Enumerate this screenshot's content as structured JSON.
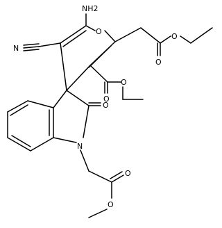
{
  "atom_labels": {
    "amino": "NH2",
    "nitrile": "N",
    "ring_oxygen": "O",
    "ester_side_carbonyl_oxygen": "O",
    "ester_side_ether_oxygen": "O",
    "ester_ring_carbonyl_oxygen": "O",
    "ester_ring_ether_oxygen": "O",
    "lactam_oxygen": "O",
    "lactam_nitrogen": "N",
    "methyl_ester_carbonyl_oxygen": "O",
    "methyl_ester_ether_oxygen": "O"
  },
  "colors": {
    "ink": "#000000",
    "background": "#ffffff"
  }
}
